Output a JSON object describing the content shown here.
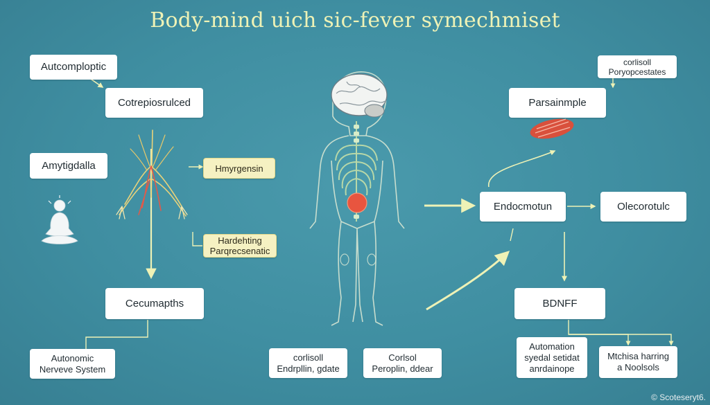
{
  "title": "Body-mind uich sic-fever symechmiset",
  "nodes": {
    "autcomploptic": "Autcomploptic",
    "cotrepiosrulced": "Cotrepiosrulced",
    "amytigdalla": "Amytigdalla",
    "hmyrgensin": "Hmyrgensin",
    "hardehting_line1": "Hardehting",
    "hardehting_line2": "Parqrecsenatic",
    "cecumapths": "Cecumapths",
    "autonomic_line1": "Autonomic",
    "autonomic_line2": "Nerveve System",
    "cortisoll_endrpllin_line1": "corlisoll",
    "cortisoll_endrpllin_line2": "Endrpllin, gdate",
    "corlsol_peroplin_line1": "Corlsol",
    "corlsol_peroplin_line2": "Peroplin, ddear",
    "corlisoll_poryop_line1": "corlisoll",
    "corlisoll_poryop_line2": "Poryopcestates",
    "parsainmple": "Parsainmple",
    "endocmotun": "Endocmotun",
    "olecorotulc": "Olecorotulc",
    "bdnff": "BDNFF",
    "automation_line1": "Automation",
    "automation_line2": "syedal setidat",
    "automation_line3": "anrdainope",
    "mtchisa_line1": "Mtchisa harring",
    "mtchisa_line2": "a Noolsols"
  },
  "icons": {
    "meditation": "meditating-person-icon",
    "nerves": "nerve-branch-icon",
    "body": "human-body-brain-spine-icon",
    "muscle": "muscle-tissue-icon"
  },
  "colors": {
    "background": "#3e8da0",
    "title": "#eef2b6",
    "arrow": "#eef2b6",
    "highlight_box": "#f5f1c2",
    "accent_red": "#e8553f"
  },
  "watermark": "© Scoteseryt6."
}
